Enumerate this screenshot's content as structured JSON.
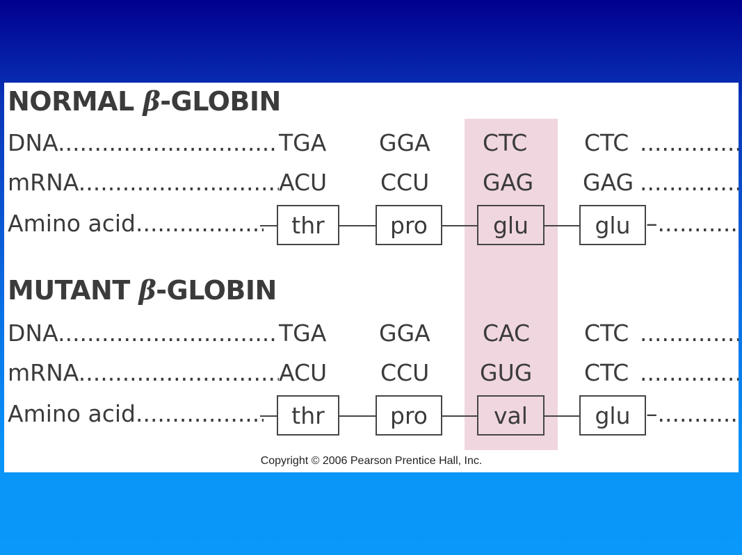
{
  "normal": {
    "title_prefix": "NORMAL ",
    "title_symbol": "β",
    "title_suffix": "-GLOBIN",
    "dna_label": "DNA........................................................",
    "mrna_label": "mRNA.....................................................",
    "aa_label": "Amino acid...................................................",
    "dna_codons": [
      "TGA",
      "GGA",
      "CTC",
      "CTC"
    ],
    "mrna_codons": [
      "ACU",
      "CCU",
      "GAG",
      "GAG"
    ],
    "amino_acids": [
      "thr",
      "pro",
      "glu",
      "glu"
    ],
    "dna_trail": "...............................",
    "mrna_trail": "...............................",
    "aa_trail": "–..............................."
  },
  "mutant": {
    "title_prefix": "MUTANT ",
    "title_symbol": "β",
    "title_suffix": "-GLOBIN",
    "dna_label": "DNA........................................................",
    "mrna_label": "mRNA.....................................................",
    "aa_label": "Amino acid...................................................",
    "dna_codons": [
      "TGA",
      "GGA",
      "CAC",
      "CTC"
    ],
    "mrna_codons": [
      "ACU",
      "CCU",
      "GUG",
      "CTC"
    ],
    "amino_acids": [
      "thr",
      "pro",
      "val",
      "glu"
    ],
    "dna_trail": "...............................",
    "mrna_trail": "...............................",
    "aa_trail": "–..............................."
  },
  "copyright": "Copyright © 2006 Pearson Prentice Hall, Inc.",
  "colors": {
    "highlight": "#f0d6df",
    "text": "#3b3b3b",
    "background_top": "#00008e",
    "background_bottom": "#0a98fa"
  }
}
